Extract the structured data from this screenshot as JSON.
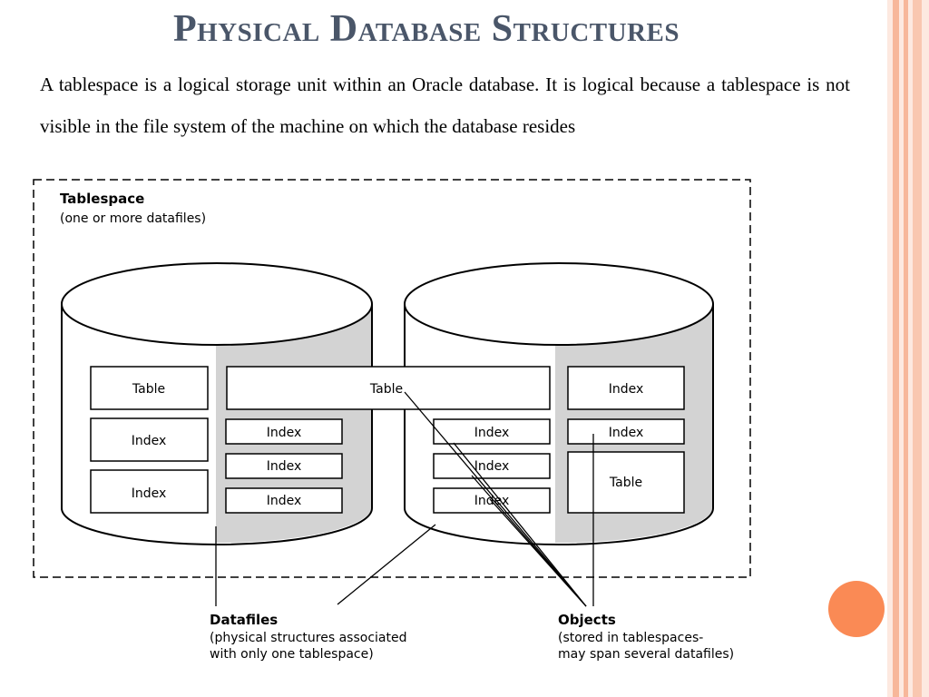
{
  "slide": {
    "title": "Physical Database Structures",
    "paragraph": "A tablespace is a logical storage unit within an Oracle database. It is logical because a tablespace is not visible in the file system of the machine on which the database resides"
  },
  "diagram": {
    "tablespace_title": "Tablespace",
    "tablespace_subtitle": "(one or more datafiles)",
    "left_objects": [
      "Table",
      "Index",
      "Index"
    ],
    "shared_table": "Table",
    "middle_left_indexes": [
      "Index",
      "Index",
      "Index"
    ],
    "middle_right_indexes": [
      "Index",
      "Index",
      "Index"
    ],
    "right_objects": [
      "Index",
      "Index",
      "Table"
    ],
    "datafiles_label": "Datafiles",
    "datafiles_desc_1": "(physical structures associated",
    "datafiles_desc_2": "with only one tablespace)",
    "objects_label": "Objects",
    "objects_desc_1": "(stored in tablespaces-",
    "objects_desc_2": "may span several datafiles)"
  },
  "colors": {
    "title": "#4a5669",
    "accent_orb": "#fa8a55",
    "stripe": "#f7b79a",
    "cylinder_shade": "#d3d3d3"
  }
}
